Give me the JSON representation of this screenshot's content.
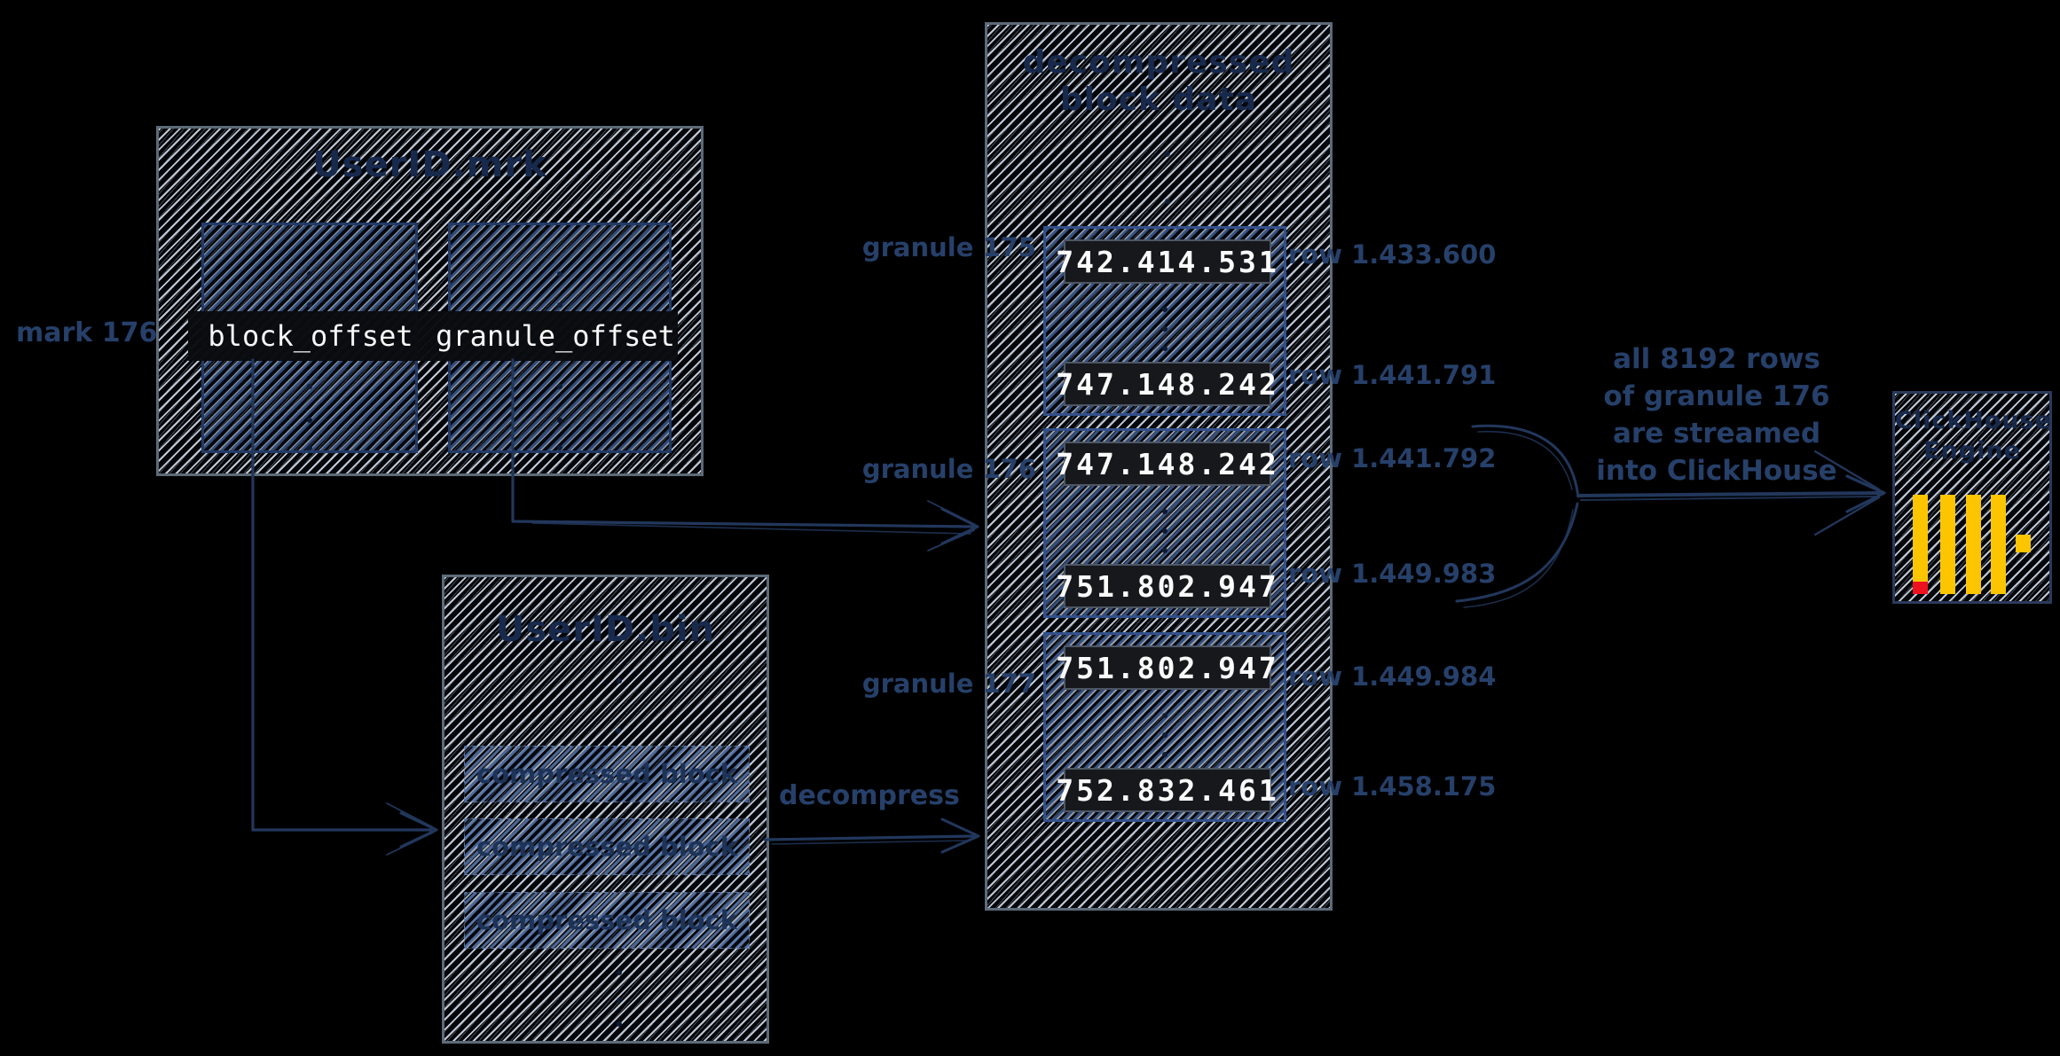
{
  "mrk_file": {
    "title": "UserID.mrk",
    "mark_label": "mark 176",
    "block_offset_label": "block_offset",
    "granule_offset_label": "granule_offset"
  },
  "bin_file": {
    "title": "UserID.bin",
    "block_labels": [
      "compressed block",
      "compressed block",
      "compressed block"
    ]
  },
  "decompress_label": "decompress",
  "decompressed_block": {
    "title_lines": [
      "decompressed",
      "block data"
    ],
    "granules": [
      {
        "label": "granule 175",
        "first_value": "742.414.531",
        "last_value": "747.148.242",
        "first_row": "row 1.433.600",
        "last_row": "row 1.441.791"
      },
      {
        "label": "granule 176",
        "first_value": "747.148.242",
        "last_value": "751.802.947",
        "first_row": "row 1.441.792",
        "last_row": "row 1.449.983"
      },
      {
        "label": "granule 177",
        "first_value": "751.802.947",
        "last_value": "752.832.461",
        "first_row": "row 1.449.984",
        "last_row": "row 1.458.175"
      }
    ]
  },
  "stream_note_lines": [
    "all 8192 rows",
    "of granule 176",
    "are streamed",
    "into ClickHouse"
  ],
  "engine": {
    "title_lines": [
      "ClickHouse",
      "Engine"
    ]
  },
  "colors": {
    "ink": "#26406a",
    "hatch_light": "#ccd6e3",
    "box_border_gray": "#5d6a78",
    "inner_border_blue": "#32508a",
    "chip_bg": "#16181c",
    "brand_yellow": "#fcc500",
    "brand_red": "#ee1220"
  }
}
